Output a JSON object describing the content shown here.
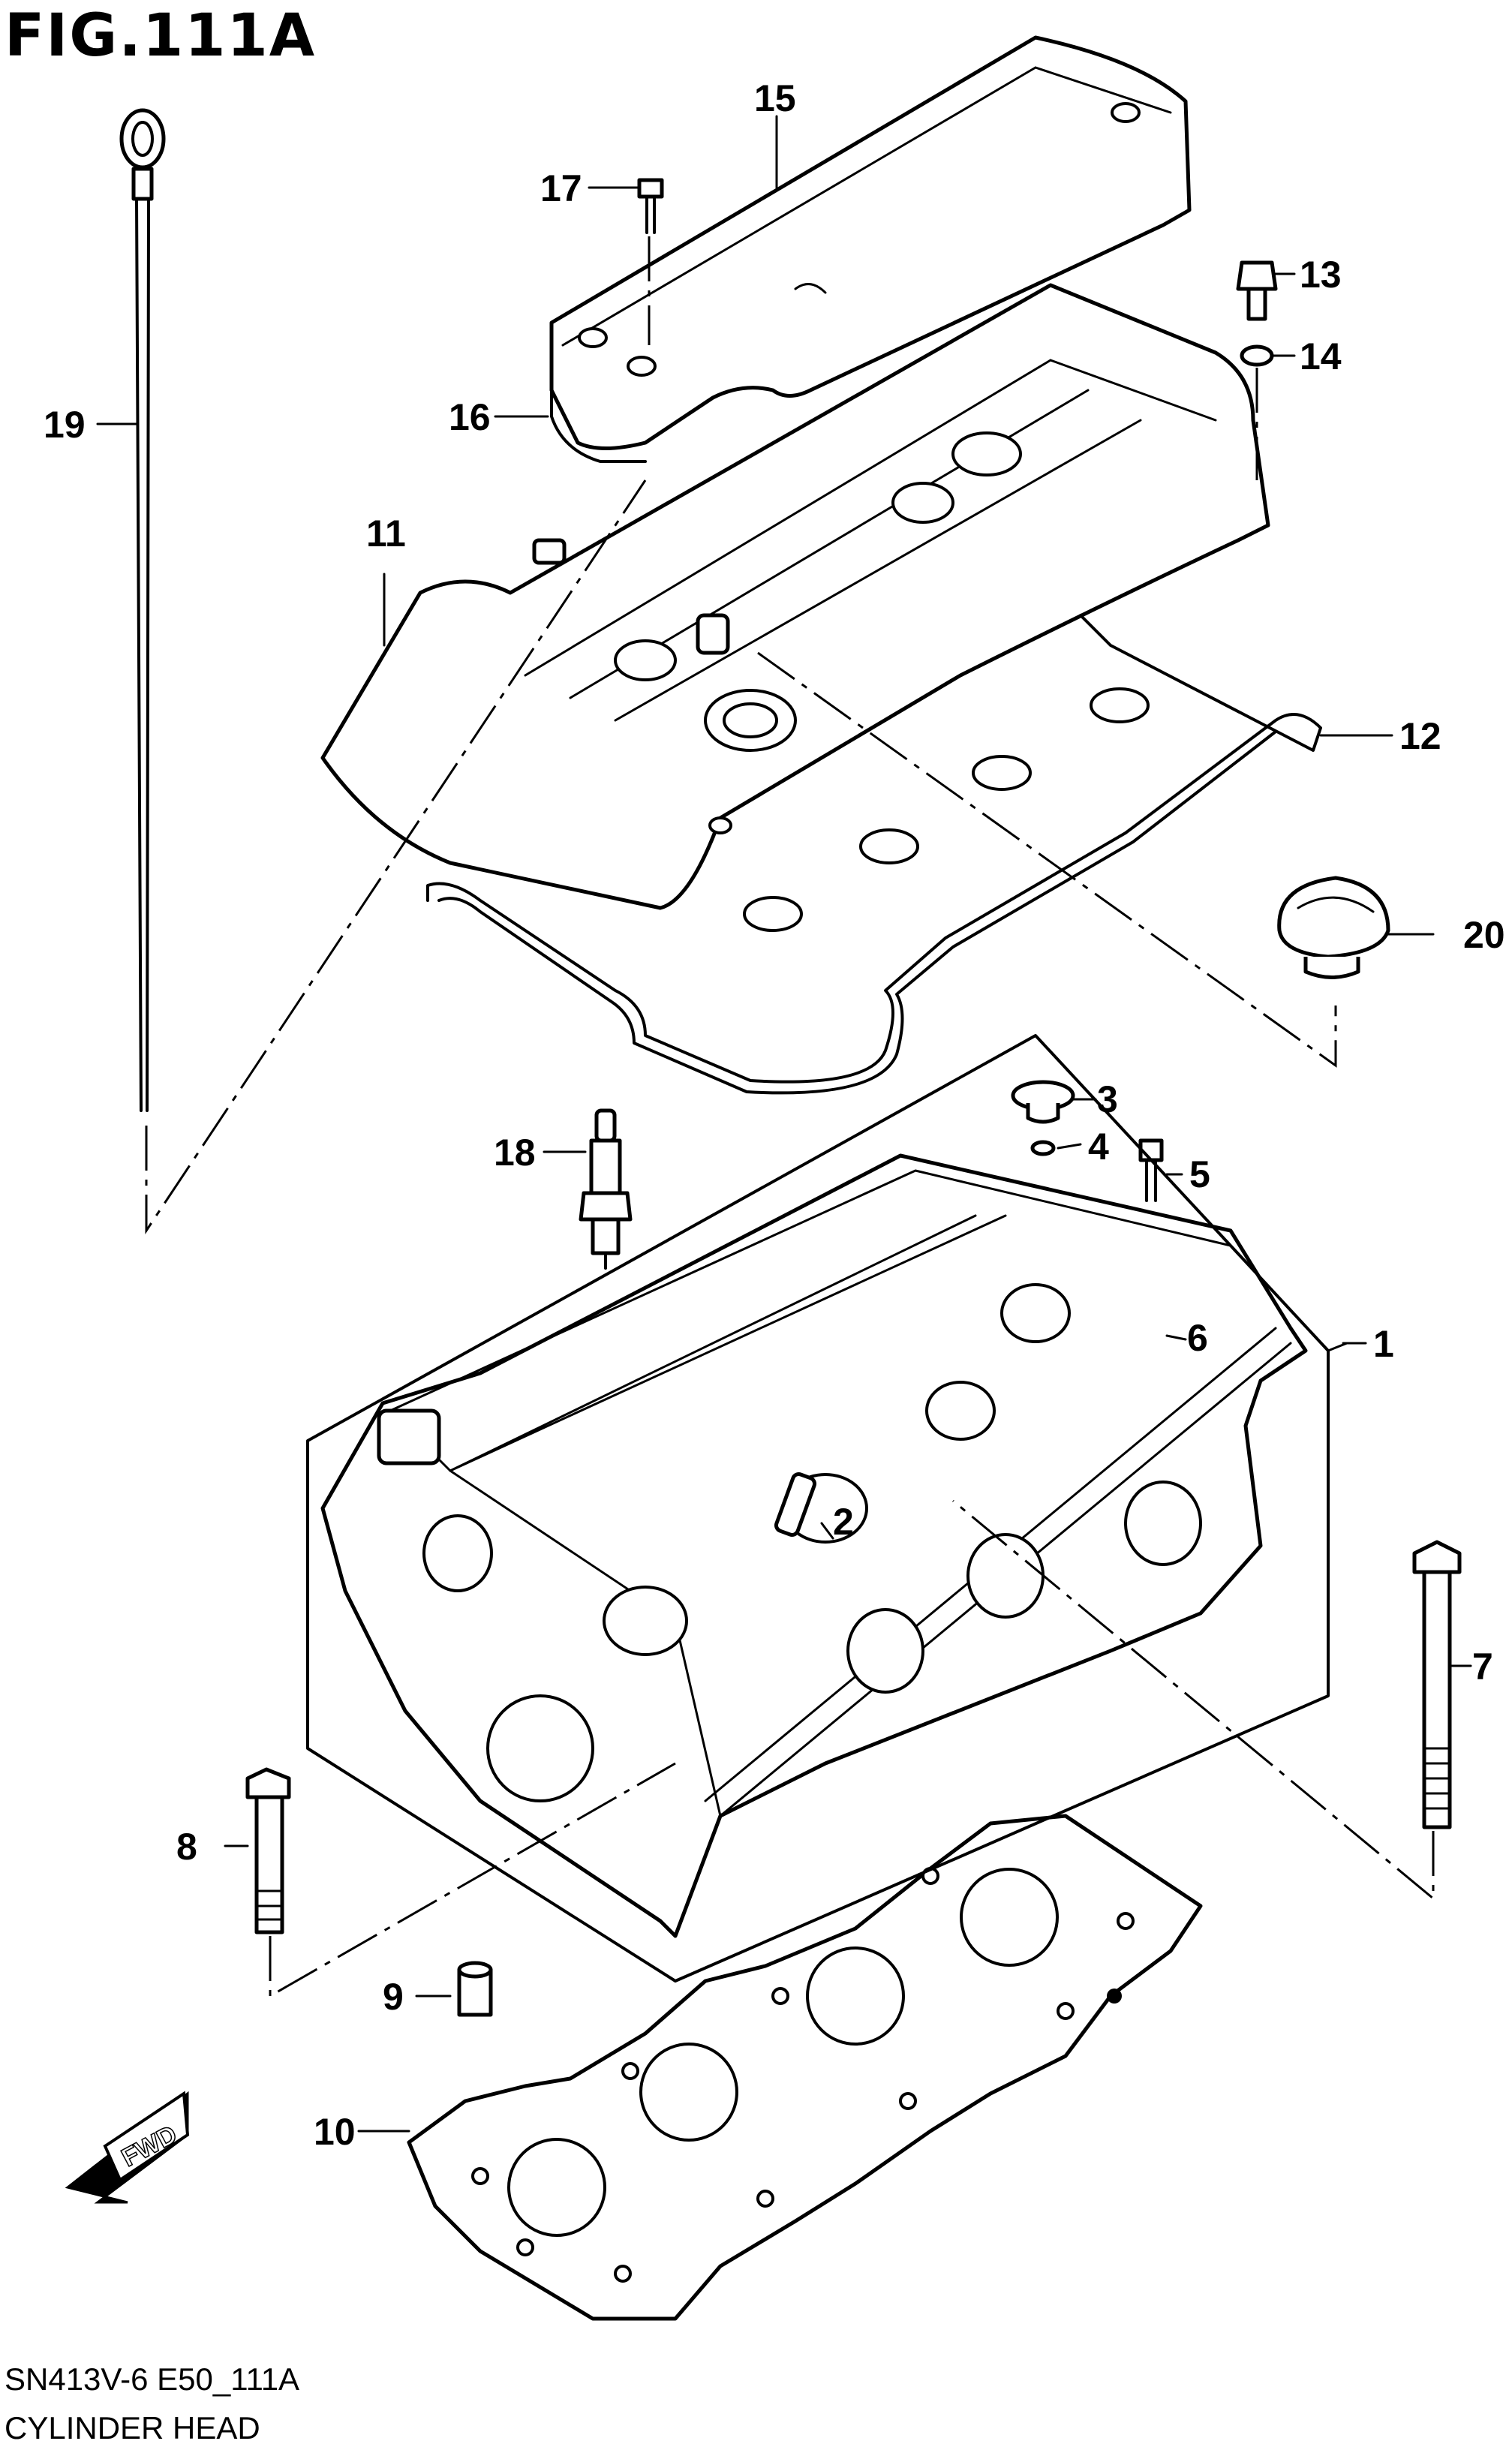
{
  "figure": {
    "title": "FIG.111A",
    "model_code": "SN413V-6 E50_111A",
    "section_name": "CYLINDER HEAD",
    "direction_label": "FWD"
  },
  "callouts": [
    {
      "id": "1",
      "label": "1"
    },
    {
      "id": "2",
      "label": "2"
    },
    {
      "id": "3",
      "label": "3"
    },
    {
      "id": "4",
      "label": "4"
    },
    {
      "id": "5",
      "label": "5"
    },
    {
      "id": "6",
      "label": "6"
    },
    {
      "id": "7",
      "label": "7"
    },
    {
      "id": "8",
      "label": "8"
    },
    {
      "id": "9",
      "label": "9"
    },
    {
      "id": "10",
      "label": "10"
    },
    {
      "id": "11",
      "label": "11"
    },
    {
      "id": "12",
      "label": "12"
    },
    {
      "id": "13",
      "label": "13"
    },
    {
      "id": "14",
      "label": "14"
    },
    {
      "id": "15",
      "label": "15"
    },
    {
      "id": "16",
      "label": "16"
    },
    {
      "id": "17",
      "label": "17"
    },
    {
      "id": "18",
      "label": "18"
    },
    {
      "id": "19",
      "label": "19"
    },
    {
      "id": "20",
      "label": "20"
    }
  ]
}
